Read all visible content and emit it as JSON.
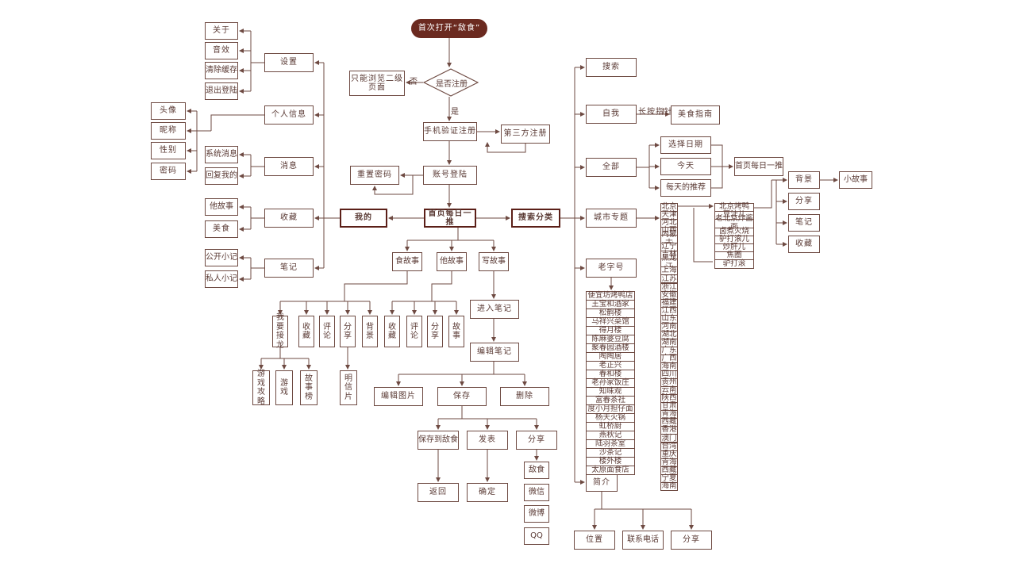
{
  "diagram": {
    "start": "首次打开“敌食”",
    "register_question": "是否注册",
    "branch_no": "否",
    "branch_yes": "是",
    "limited_pages": "只能浏览二级\n页面",
    "phone_register": "手机验证注册",
    "third_party": "第三方注册",
    "reset_password": "重置密码",
    "account_login": "账号登陆",
    "home": "首页每日一推",
    "mine": "我的",
    "search_category": "搜索分类",
    "settings": {
      "label": "设置",
      "items": [
        "关于",
        "音效",
        "清除缓存",
        "退出登陆"
      ]
    },
    "personal_info": {
      "label": "个人信息",
      "items": [
        "头像",
        "昵称",
        "性别",
        "密码"
      ]
    },
    "messages": {
      "label": "消息",
      "items": [
        "系统消息",
        "回复我的"
      ]
    },
    "favorites": {
      "label": "收藏",
      "items": [
        "他故事",
        "美食"
      ]
    },
    "notes": {
      "label": "笔记",
      "items": [
        "公开小记",
        "私人小记"
      ]
    },
    "eat_story": {
      "label": "食故事",
      "items": [
        "我要接龙",
        "收藏",
        "评论",
        "分享",
        "背景"
      ],
      "game_items": [
        "游戏攻略",
        "游戏",
        "故事榜"
      ],
      "share_item": "明信片"
    },
    "his_story": {
      "label": "他故事",
      "items": [
        "收藏",
        "评论",
        "分享",
        "故事"
      ]
    },
    "write_story": {
      "label": "写故事",
      "enter_notes": "进入笔记",
      "edit_notes": "编辑笔记",
      "edit_items": [
        "编辑图片",
        "保存",
        "删除"
      ],
      "save_items": [
        "保存到敌食",
        "发表",
        "分享"
      ],
      "confirm_items": [
        "返回",
        "确定"
      ],
      "share_targets": [
        "敌食",
        "微信",
        "微博",
        "QQ"
      ]
    },
    "search": "搜索",
    "nearby": "自我",
    "long_press": "长按指针",
    "food_guide": "美食指南",
    "all": "全部",
    "date_items": [
      "选择日期",
      "今天",
      "每天的推荐"
    ],
    "home_daily": "首页每日一推",
    "city_topic": "城市专题",
    "provinces": [
      "北京",
      "天津",
      "河北",
      "山西",
      "内蒙古",
      "辽宁",
      "吉林",
      "黑龙江",
      "上海",
      "江苏",
      "浙江",
      "安徽",
      "福建",
      "江西",
      "山东",
      "河南",
      "湖北",
      "湖南",
      "广东",
      "广西",
      "海南",
      "四川",
      "贵州",
      "云南",
      "陕西",
      "甘肃",
      "青海",
      "西藏",
      "香港",
      "澳门",
      "台湾",
      "重庆",
      "青海",
      "西藏",
      "宁夏",
      "海南"
    ],
    "beijing_items": [
      "北京烤鸭",
      "豆汁儿",
      "老北京炸酱面",
      "卤煮火烧",
      "驴打滚儿",
      "炒肝儿",
      "焦圈",
      "驴打滚"
    ],
    "story_panel": [
      "背景",
      "分享",
      "笔记",
      "收藏"
    ],
    "little_story": "小故事",
    "time_honored": "老字号",
    "restaurants": [
      "便宜坊烤鸭店",
      "王宝和酒家",
      "松鹤楼",
      "马祥兴菜馆",
      "得月楼",
      "陈麻婆豆腐",
      "聚春园酒楼",
      "陶陶居",
      "老正兴",
      "春和楼",
      "老孙家饭庄",
      "知味观",
      "富春茶社",
      "度小月担仔面",
      "杨天火锅",
      "虹桥厨",
      "燕秋记",
      "陆羽茶室",
      "沙茶记",
      "楼外楼",
      "太原面食店"
    ],
    "intro": "简介",
    "intro_items": [
      "位置",
      "联系电话",
      "分享"
    ]
  },
  "colors": {
    "line": "#6e4a42",
    "border": "#6e4a42",
    "text": "#5a3a34",
    "start_fill": "#6b2a20",
    "hub_border": "#5b1f18"
  }
}
